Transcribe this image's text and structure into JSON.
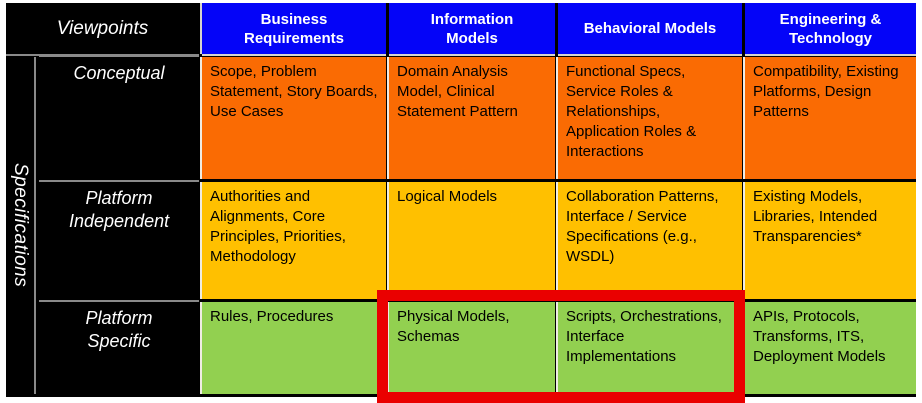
{
  "matrix": {
    "corner_label": "Viewpoints",
    "side_label": "Specifications",
    "columns": [
      "Business Requirements",
      "Information Models",
      "Behavioral Models",
      "Engineering & Technology"
    ],
    "rows": [
      {
        "label": "Conceptual",
        "cells": [
          "Scope, Problem Statement, Story Boards, Use Cases",
          "Domain Analysis Model, Clinical Statement Pattern",
          "Functional Specs, Service Roles & Relationships, Application Roles & Interactions",
          "Compatibility, Existing Platforms, Design Patterns"
        ]
      },
      {
        "label": "Platform Independent",
        "cells": [
          "Authorities and Alignments, Core Principles, Priorities, Methodology",
          "Logical Models",
          "Collaboration Patterns, Interface / Service Specifications (e.g., WSDL)",
          "Existing Models, Libraries, Intended Transparencies*"
        ]
      },
      {
        "label": "Platform Specific",
        "cells": [
          "Rules, Procedures",
          "Physical Models, Schemas",
          "Scripts, Orchestrations, Interface Implementations",
          "APIs, Protocols, Transforms, ITS, Deployment Models"
        ]
      }
    ],
    "highlight": {
      "row": "Platform Specific",
      "columns": [
        "Information Models",
        "Behavioral Models"
      ],
      "border_color": "#EA0000"
    },
    "colors": {
      "header_bg": "#0404F8",
      "conceptual_row_bg": "#FA6B03",
      "platform_independent_row_bg": "#FFC000",
      "platform_specific_row_bg": "#92D050",
      "frame_bg": "#000000",
      "header_text": "#FFFFFF",
      "cell_text": "#000000"
    }
  }
}
